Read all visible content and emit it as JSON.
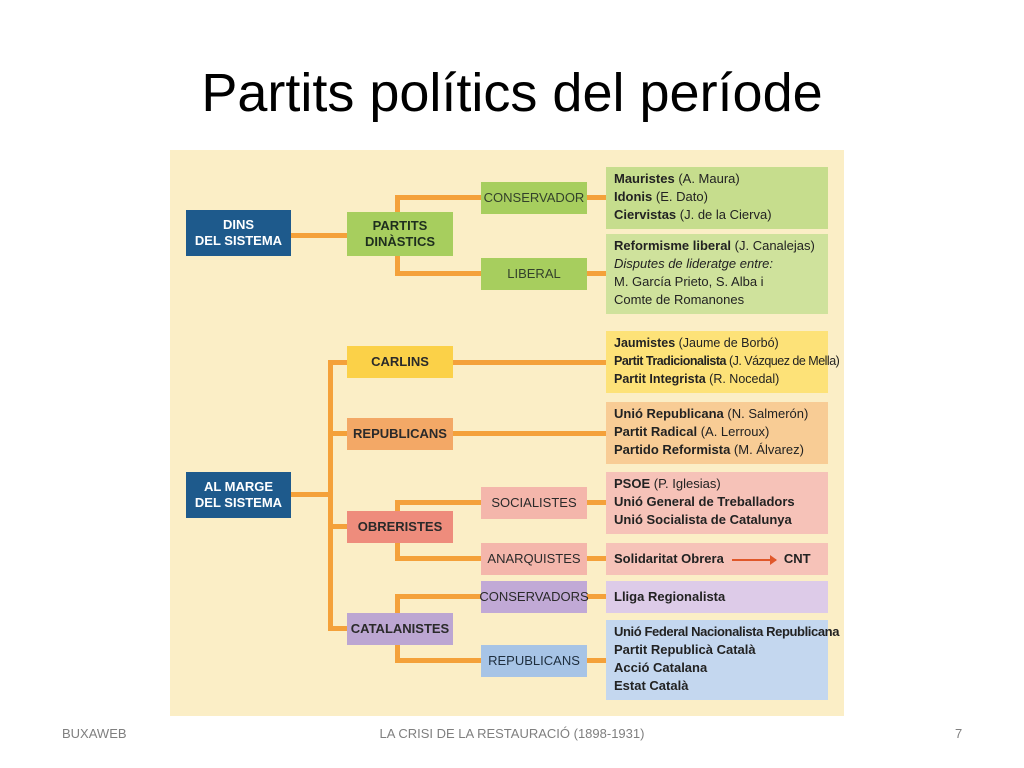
{
  "slide": {
    "title": "Partits polítics del període",
    "footer_left": "BUXAWEB",
    "footer_center": "LA CRISI DE LA RESTAURACIÓ (1898-1931)",
    "footer_right": "7"
  },
  "diagram": {
    "root_in": [
      "DINS",
      "DEL SISTEMA"
    ],
    "root_out": [
      "AL MARGE",
      "DEL SISTEMA"
    ],
    "dinastics": [
      "PARTITS",
      "DINÀSTICS"
    ],
    "conservador": "CONSERVADOR",
    "liberal": "LIBERAL",
    "carlins": "CARLINS",
    "republicans": "REPUBLICANS",
    "obreristes": "OBRERISTES",
    "socialistes": "SOCIALISTES",
    "anarquistes": "ANARQUISTES",
    "catalanistes": "CATALANISTES",
    "cat_conservadors": "CONSERVADORS",
    "cat_republicans": "REPUBLICANS",
    "details": {
      "conservador": [
        {
          "bold": "Mauristes",
          "rest": " (A. Maura)"
        },
        {
          "bold": "Idonis",
          "rest": " (E. Dato)"
        },
        {
          "bold": "Ciervistas",
          "rest": " (J. de la Cierva)"
        }
      ],
      "liberal": {
        "bold": "Reformisme liberal",
        "rest": " (J. Canalejas)",
        "italic": "Disputes de lideratge entre:",
        "line3": "M. García Prieto, S. Alba i",
        "line4": "Comte de Romanones"
      },
      "carlins": [
        {
          "bold": "Jaumistes",
          "rest": " (Jaume de Borbó)"
        },
        {
          "bold": "Partit Tradicionalista",
          "rest": " (J. Vázquez de Mella)"
        },
        {
          "bold": "Partit Integrista",
          "rest": " (R. Nocedal)"
        }
      ],
      "republicans": [
        {
          "bold": "Unió Republicana",
          "rest": " (N. Salmerón)"
        },
        {
          "bold": "Partit Radical",
          "rest": " (A. Lerroux)"
        },
        {
          "bold": "Partido Reformista",
          "rest": " (M. Álvarez)"
        }
      ],
      "socialistes": [
        {
          "bold": "PSOE",
          "rest": " (P. Iglesias)"
        },
        {
          "bold": "Unió General de Treballadors",
          "rest": ""
        },
        {
          "bold": "Unió Socialista de Catalunya",
          "rest": ""
        }
      ],
      "anarquistes": {
        "from": "Solidaritat Obrera",
        "to": "CNT"
      },
      "cat_conservadors": "Lliga Regionalista",
      "cat_republicans": [
        "Unió Federal Nacionalista Republicana",
        "Partit Republicà Català",
        "Acció Catalana",
        "Estat Català"
      ]
    }
  }
}
